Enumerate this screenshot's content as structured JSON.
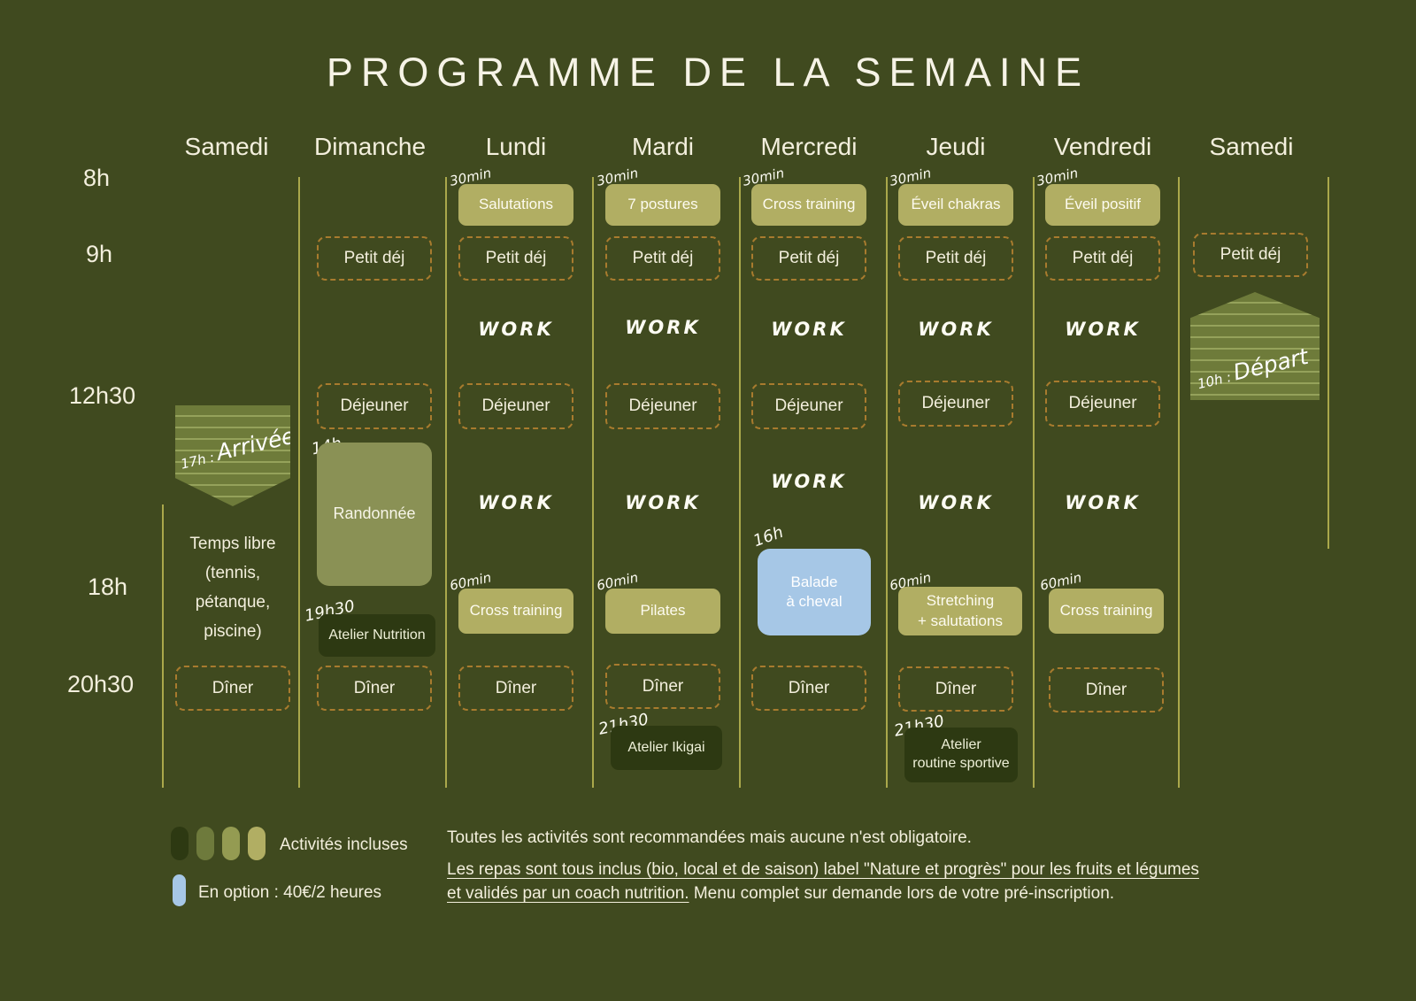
{
  "title": "PROGRAMME DE LA SEMAINE",
  "day_headers": [
    "Samedi",
    "Dimanche",
    "Lundi",
    "Mardi",
    "Mercredi",
    "Jeudi",
    "Vendredi",
    "Samedi"
  ],
  "time_labels": [
    "8h",
    "9h",
    "12h30",
    "18h",
    "20h30"
  ],
  "colors": {
    "background": "#404a1f",
    "included_activity_khaki": "#b1ae63",
    "included_activity_medium": "#8a9155",
    "included_activity_dark": "#2d3912",
    "optional_activity_blue": "#a6c7e6",
    "meal_dashed_border": "#a87b2e",
    "timeline_line": "#aaa84b",
    "text_cream": "#f3efdd"
  },
  "samedi1": {
    "arrival_time": "17h :",
    "arrival_label": "Arrivée",
    "free_time_lines": [
      "Temps libre",
      "(tennis,",
      "pétanque,",
      "piscine)"
    ],
    "diner": "Dîner"
  },
  "dimanche": {
    "petit_dej": "Petit déj",
    "dejeuner": "Déjeuner",
    "rando_time": "14h",
    "rando_label": "Randonnée",
    "atelier_time": "19h30",
    "atelier_label": "Atelier Nutrition",
    "diner": "Dîner"
  },
  "lundi": {
    "morning_duration": "30min",
    "morning_label": "Salutations",
    "petit_dej": "Petit déj",
    "work_am": "WORK",
    "dejeuner": "Déjeuner",
    "work_pm": "WORK",
    "evening_duration": "60min",
    "evening_label": "Cross training",
    "diner": "Dîner"
  },
  "mardi": {
    "morning_duration": "30min",
    "morning_label": "7 postures",
    "petit_dej": "Petit déj",
    "work_am": "WORK",
    "dejeuner": "Déjeuner",
    "work_pm": "WORK",
    "evening_duration": "60min",
    "evening_label": "Pilates",
    "diner": "Dîner",
    "atelier_time": "21h30",
    "atelier_label": "Atelier Ikigai"
  },
  "mercredi": {
    "morning_duration": "30min",
    "morning_label": "Cross training",
    "petit_dej": "Petit déj",
    "work_am": "WORK",
    "dejeuner": "Déjeuner",
    "work_pm": "WORK",
    "balade_time": "16h",
    "balade_line1": "Balade",
    "balade_line2": "à cheval",
    "diner": "Dîner"
  },
  "jeudi": {
    "morning_duration": "30min",
    "morning_label": "Éveil chakras",
    "petit_dej": "Petit déj",
    "work_am": "WORK",
    "dejeuner": "Déjeuner",
    "work_pm": "WORK",
    "evening_duration": "60min",
    "evening_line1": "Stretching",
    "evening_line2": "+ salutations",
    "diner": "Dîner",
    "atelier_time": "21h30",
    "atelier_line1": "Atelier",
    "atelier_line2": "routine sportive"
  },
  "vendredi": {
    "morning_duration": "30min",
    "morning_label": "Éveil positif",
    "petit_dej": "Petit déj",
    "work_am": "WORK",
    "dejeuner": "Déjeuner",
    "work_pm": "WORK",
    "evening_duration": "60min",
    "evening_label": "Cross training",
    "diner": "Dîner"
  },
  "samedi2": {
    "petit_dej": "Petit déj",
    "departure_time": "10h :",
    "departure_label": "Départ"
  },
  "legend": {
    "included_label": "Activités incluses",
    "included_swatches": [
      "#2d3912",
      "#6e7a3c",
      "#949b52",
      "#b1ae63"
    ],
    "optional_label": "En option : 40€/2 heures",
    "optional_swatch": "#a6c7e6"
  },
  "footer": {
    "line1": "Toutes les activités sont recommandées mais aucune n'est obligatoire.",
    "line2_underlined": "Les repas sont tous inclus (bio, local et de saison) label \"Nature et progrès\" pour les fruits et légumes",
    "line3_underlined": "et validés par un coach nutrition.",
    "line3_rest": " Menu complet sur demande lors de votre pré-inscription."
  }
}
